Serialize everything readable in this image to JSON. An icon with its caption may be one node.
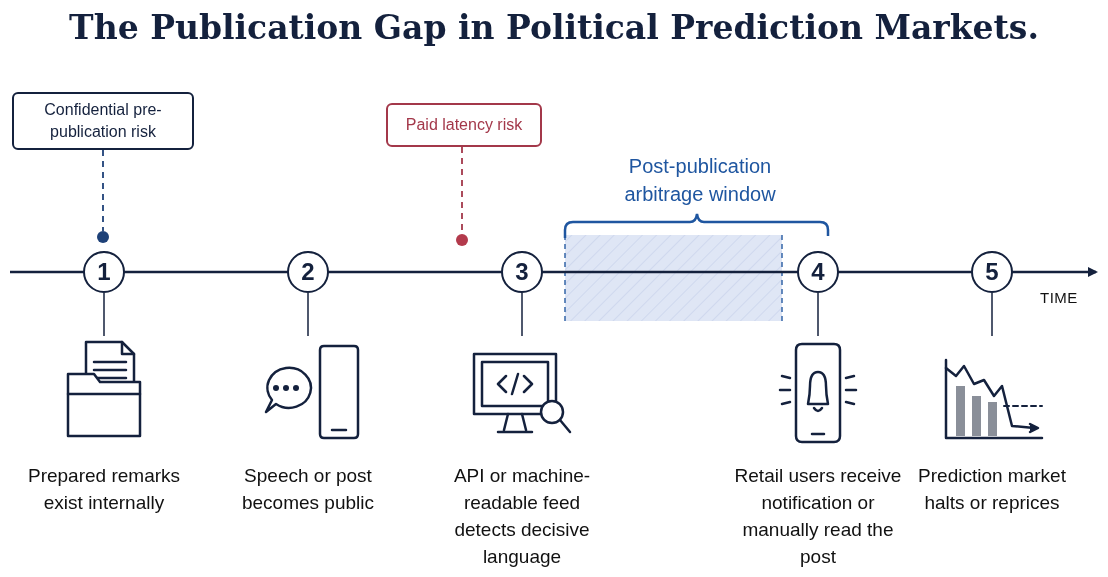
{
  "diagram": {
    "title": "The Publication Gap in Political Prediction Markets.",
    "nodes": [
      {
        "text": [
          "Confidential pre-publication risk"
        ]
      },
      {
        "text": [],
        "shape": "circle"
      },
      {
        "text": [
          "Paid latency risk"
        ]
      },
      {
        "text": [],
        "shape": "circle"
      },
      {
        "text": [
          "1"
        ]
      },
      {
        "text": [
          "2"
        ]
      },
      {
        "text": [
          "3"
        ]
      },
      {
        "text": [
          "4"
        ]
      },
      {
        "text": [
          "5"
        ]
      },
      {
        "text": [],
        "shape": "picture",
        "beside": [
          "Prepared remarks exist internally"
        ]
      },
      {
        "text": [],
        "shape": "picture",
        "beside": [
          "Speech or post becomes public"
        ]
      },
      {
        "text": [],
        "shape": "picture",
        "beside": [
          "API or machine-readable feed detects decisive language"
        ]
      },
      {
        "text": [],
        "shape": "picture",
        "beside": [
          "Retail users receive notification or manually read the post"
        ]
      },
      {
        "text": [],
        "shape": "picture",
        "beside": [
          "Prediction market halts or reprices"
        ]
      }
    ],
    "edges": [
      {
        "from": 0,
        "to": 1,
        "arrow": "none",
        "style": "dashed"
      },
      {
        "from": 2,
        "to": 3,
        "arrow": "none",
        "style": "dashed",
        "color": "#a3384a"
      },
      {
        "from": 4,
        "to": 9,
        "arrow": "none"
      },
      {
        "from": 5,
        "to": 10,
        "arrow": "none"
      },
      {
        "from": 6,
        "to": 11,
        "arrow": "none"
      },
      {
        "from": 7,
        "to": 12,
        "arrow": "none"
      },
      {
        "from": 8,
        "to": 13,
        "arrow": "none"
      }
    ],
    "labels": [
      "Post-publication arbitrage window",
      "TIME"
    ]
  }
}
